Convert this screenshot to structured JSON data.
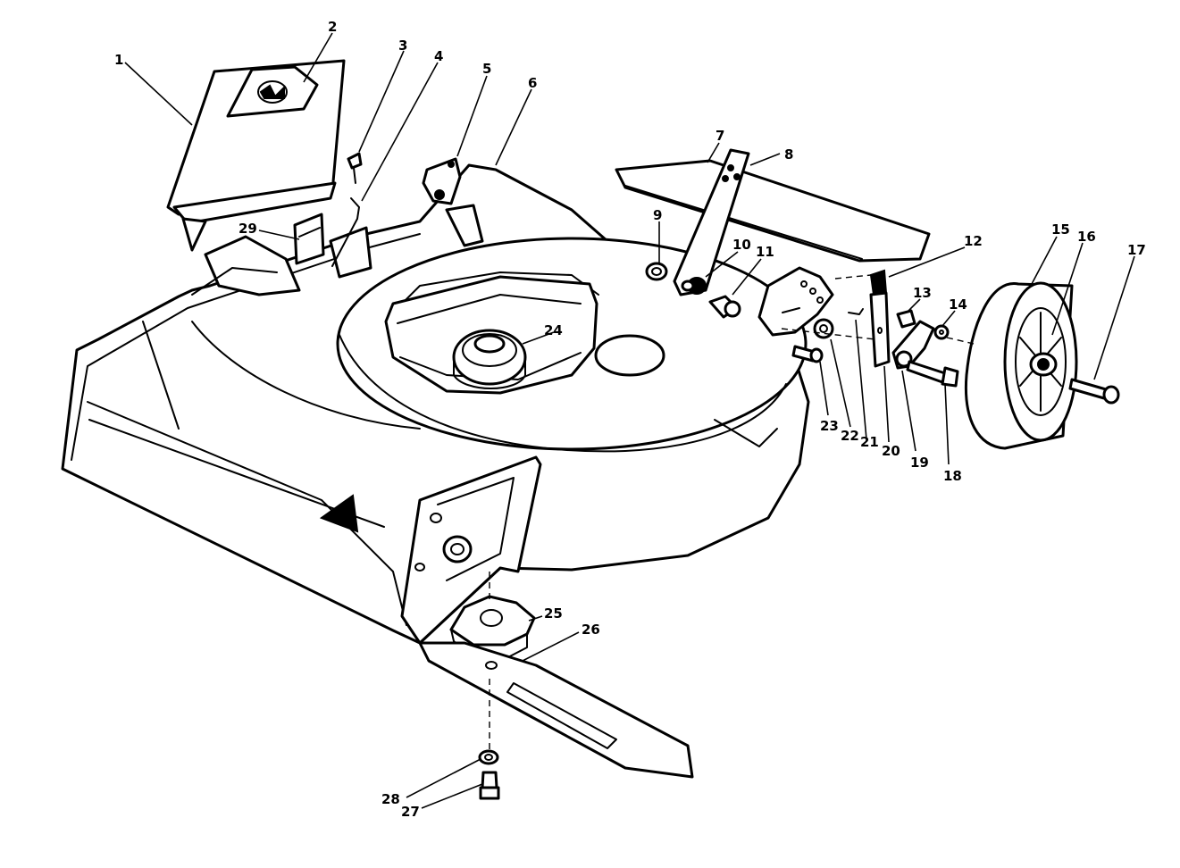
{
  "diagram": {
    "callouts": [
      {
        "id": "1",
        "text": "1"
      },
      {
        "id": "2",
        "text": "2"
      },
      {
        "id": "3",
        "text": "3"
      },
      {
        "id": "4",
        "text": "4"
      },
      {
        "id": "5",
        "text": "5"
      },
      {
        "id": "6",
        "text": "6"
      },
      {
        "id": "7",
        "text": "7"
      },
      {
        "id": "8",
        "text": "8"
      },
      {
        "id": "9",
        "text": "9"
      },
      {
        "id": "10",
        "text": "10"
      },
      {
        "id": "11",
        "text": "11"
      },
      {
        "id": "12",
        "text": "12"
      },
      {
        "id": "13",
        "text": "13"
      },
      {
        "id": "14",
        "text": "14"
      },
      {
        "id": "15",
        "text": "15"
      },
      {
        "id": "16",
        "text": "16"
      },
      {
        "id": "17",
        "text": "17"
      },
      {
        "id": "18",
        "text": "18"
      },
      {
        "id": "19",
        "text": "19"
      },
      {
        "id": "20",
        "text": "20"
      },
      {
        "id": "21",
        "text": "21"
      },
      {
        "id": "22",
        "text": "22"
      },
      {
        "id": "23",
        "text": "23"
      },
      {
        "id": "24",
        "text": "24"
      },
      {
        "id": "25",
        "text": "25"
      },
      {
        "id": "26",
        "text": "26"
      },
      {
        "id": "27",
        "text": "27"
      },
      {
        "id": "28",
        "text": "28"
      },
      {
        "id": "29",
        "text": "29"
      }
    ]
  }
}
